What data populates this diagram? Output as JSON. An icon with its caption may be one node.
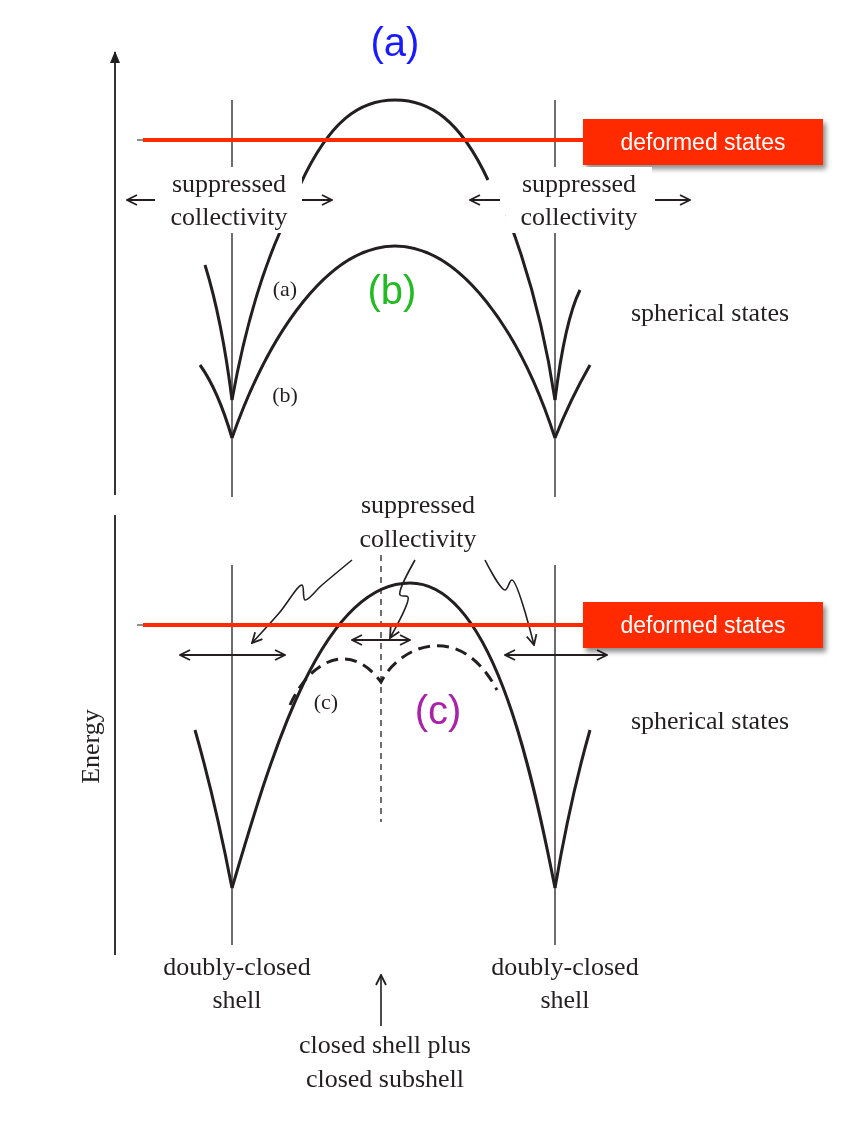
{
  "diagram": {
    "nodes": [
      {
        "text": [
          "deformed states"
        ]
      },
      {
        "text": [
          "suppressed collectivity"
        ]
      },
      {
        "text": [
          "deformed states"
        ]
      },
      {
        "text": [
          "closed shell plus closed subshell"
        ]
      }
    ],
    "edges": [
      {
        "from": null,
        "to": 0,
        "arrow": "none",
        "style": "thick",
        "color": "#ff2a00"
      },
      {
        "from": 1,
        "to": null,
        "arrow": "to"
      },
      {
        "from": 1,
        "to": null,
        "arrow": "to"
      },
      {
        "from": 1,
        "to": null,
        "arrow": "to"
      },
      {
        "from": null,
        "to": 2,
        "arrow": "none",
        "style": "thick",
        "color": "#ff2a00"
      },
      {
        "from": 3,
        "to": null,
        "arrow": "to"
      }
    ],
    "labels": [
      "(a)",
      "suppressed collectivity",
      "suppressed collectivity",
      "(a)",
      "(b)",
      "spherical states",
      "(b)",
      "(c)",
      "(c)",
      "spherical states",
      "Energy",
      "doubly-closed shell",
      "doubly-closed shell"
    ]
  }
}
